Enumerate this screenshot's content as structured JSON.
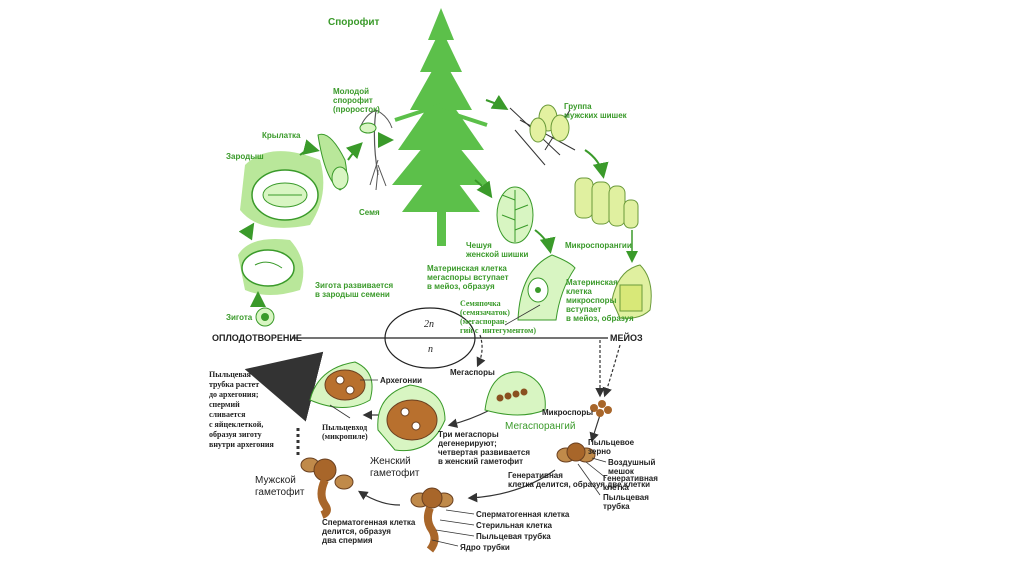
{
  "colors": {
    "green": "#3a9a2a",
    "light_green": "#b9e79a",
    "fill_green": "#d8f5c2",
    "brown": "#a8662a",
    "dark": "#222222"
  },
  "labels": {
    "sporophyte": "Спорофит",
    "young_sporophyte": "Молодой\nспорофит\n(проросток)",
    "pollen_cones": "Группа\nмужских шишек",
    "samara": "Крылатка",
    "embryo": "Зародыш",
    "seed": "Семя",
    "female_cone_scale": "Чешуя\nженской шишки",
    "microsporangia": "Микроспорангии",
    "zygote_develops": "Зигота развивается\nв зародыш семени",
    "megaspore_mother": "Материнская клетка\nмегаспоры вступает\nв мейоз, образуя",
    "microspore_mother": "Материнская\nклетка\nмикроспоры\nвступает\nв мейоз, образуя",
    "ovule": "Семяпочка\n(семязачаток)\n(мегаспоран-\nгий с  интегументом)",
    "zygote": "Зигота",
    "fertilization": "ОПЛОДОТВОРЕНИЕ",
    "meiosis": "МЕЙОЗ",
    "diploid": "2n",
    "haploid": "n",
    "pollen_tube_grows": "Пыльцевая\nтрубка растет\nдо архегония;\nспермий\nсливается\nс яйцеклеткой,\nобразуя зиготу\nвнутри архегония",
    "archegonia": "Архегонии",
    "megaspores": "Мегаспоры",
    "megasporangium": "Мегаспорангий",
    "micropyle": "Пыльцевход\n(микропиле)",
    "microspores": "Микроспоры",
    "three_megaspores": "Три мегаспоры\nдегенерируют;\nчетвертая развивается\nв женский гаметофит",
    "female_gametophyte": "Женский\nгаметофит",
    "pollen_grain": "Пыльцевое\nзерно",
    "air_bladder": "Воздушный\nмешок",
    "generative_cell": "Генеративная\nклетка",
    "pollen_tube_right": "Пыльцевая\nтрубка",
    "generative_divides": "Генеративная\nклетка делится, образуя две клетки",
    "male_gametophyte": "Мужской\nгаметофит",
    "spermatogenous_divides": "Сперматогенная клетка\nделится, образуя\nдва спермия",
    "spermatogenous_cell": "Сперматогенная клетка",
    "sterile_cell": "Стерильная клетка",
    "pollen_tube_bottom": "Пыльцевая трубка",
    "tube_nucleus": "Ядро трубки"
  }
}
